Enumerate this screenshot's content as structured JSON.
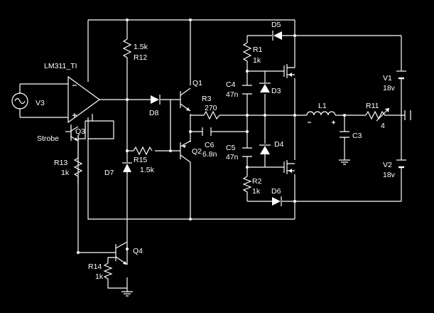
{
  "schematic": {
    "background": "#000000",
    "wire_color": "#ffffff",
    "labels": {
      "lm311": "LM311_TI",
      "v3": "V3",
      "strobe": "Strobe",
      "q3": "Q3",
      "r13": "R13",
      "r13_val": "1k",
      "r12_val": "1.5k",
      "r12": "R12",
      "d8": "D8",
      "q1": "Q1",
      "r3": "R3",
      "r3_val": "270",
      "c6": "C6",
      "c6_val": "6.8n",
      "q2": "Q2",
      "r15": "R15",
      "r15_val": "1.5k",
      "d7": "D7",
      "q4": "Q4",
      "r14": "R14",
      "r14_val": "1k",
      "d5": "D5",
      "r1": "R1",
      "r1_val": "1k",
      "c4": "C4",
      "c4_val": "47n",
      "d3": "D3",
      "c5": "C5",
      "c5_val": "47n",
      "d4": "D4",
      "r2": "R2",
      "r2_val": "1k",
      "d6": "D6",
      "l1": "L1",
      "r11": "R11",
      "r11_val": "4",
      "c3": "C3",
      "v1": "V1",
      "v1_val": "18v",
      "v2": "V2",
      "v2_val": "18v"
    }
  }
}
